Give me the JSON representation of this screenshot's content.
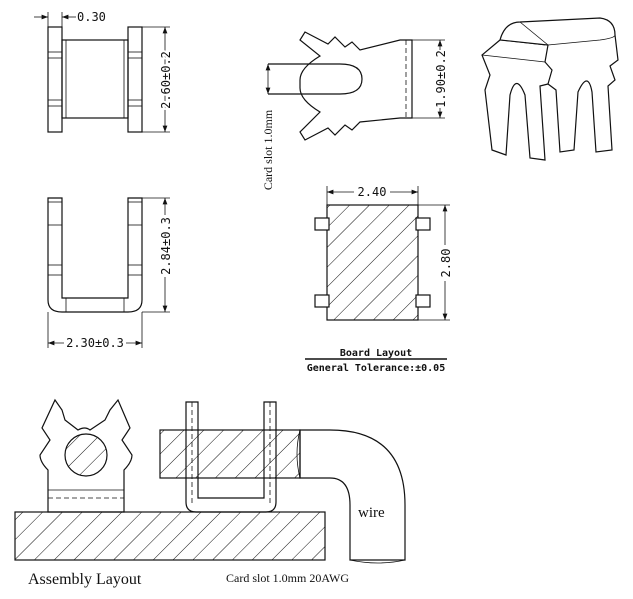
{
  "dimensions": {
    "tab_thickness": "0.30",
    "top_height": "2.60±0.2",
    "front_height": "2.84±0.3",
    "front_width": "2.30±0.3",
    "slot_height": "1.90±0.2",
    "card_slot": "Card slot 1.0mm",
    "board_width": "2.40",
    "board_height": "2.80"
  },
  "board_layout": {
    "title": "Board Layout",
    "tolerance": "General Tolerance:±0.05"
  },
  "assembly": {
    "wire_label": "wire",
    "title": "Assembly Layout",
    "caption": "Card slot 1.0mm 20AWG"
  }
}
